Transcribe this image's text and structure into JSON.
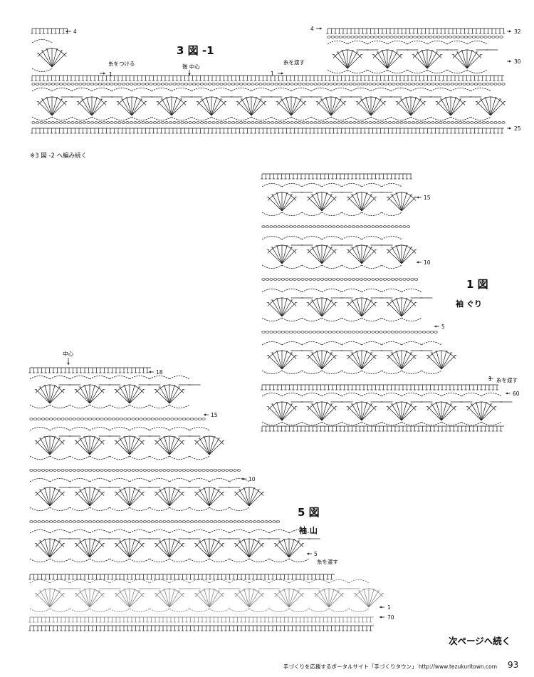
{
  "diagram_3_1": {
    "title": "3 図 -1",
    "center_label": "後 中心",
    "attach_label": "糸をつける",
    "pass_label": "糸を渡す",
    "row_labels": [
      "4",
      "1",
      "4",
      "1",
      "32",
      "30",
      "25"
    ],
    "note": "※3 図 -2 へ編み続く"
  },
  "diagram_1": {
    "title": "1 図",
    "subtitle": "袖 ぐり",
    "pass_label": "糸を渡す",
    "row_labels": [
      "15",
      "10",
      "5",
      "1",
      "60"
    ]
  },
  "diagram_5": {
    "title": "5 図",
    "subtitle": "袖 山",
    "center_label": "中心",
    "pass_label": "糸を渡す",
    "row_labels": [
      "18",
      "15",
      "10",
      "5",
      "1",
      "70"
    ]
  },
  "footer": {
    "next_page": "次ページへ続く",
    "site": "手づくりを応援するポータルサイト「手づくりタウン」 http://www.tezukuritown.com",
    "page_number": "93"
  },
  "colors": {
    "ink": "#1a1a1a",
    "paper": "#ffffff",
    "faded_ink": "#7a7a7a"
  }
}
